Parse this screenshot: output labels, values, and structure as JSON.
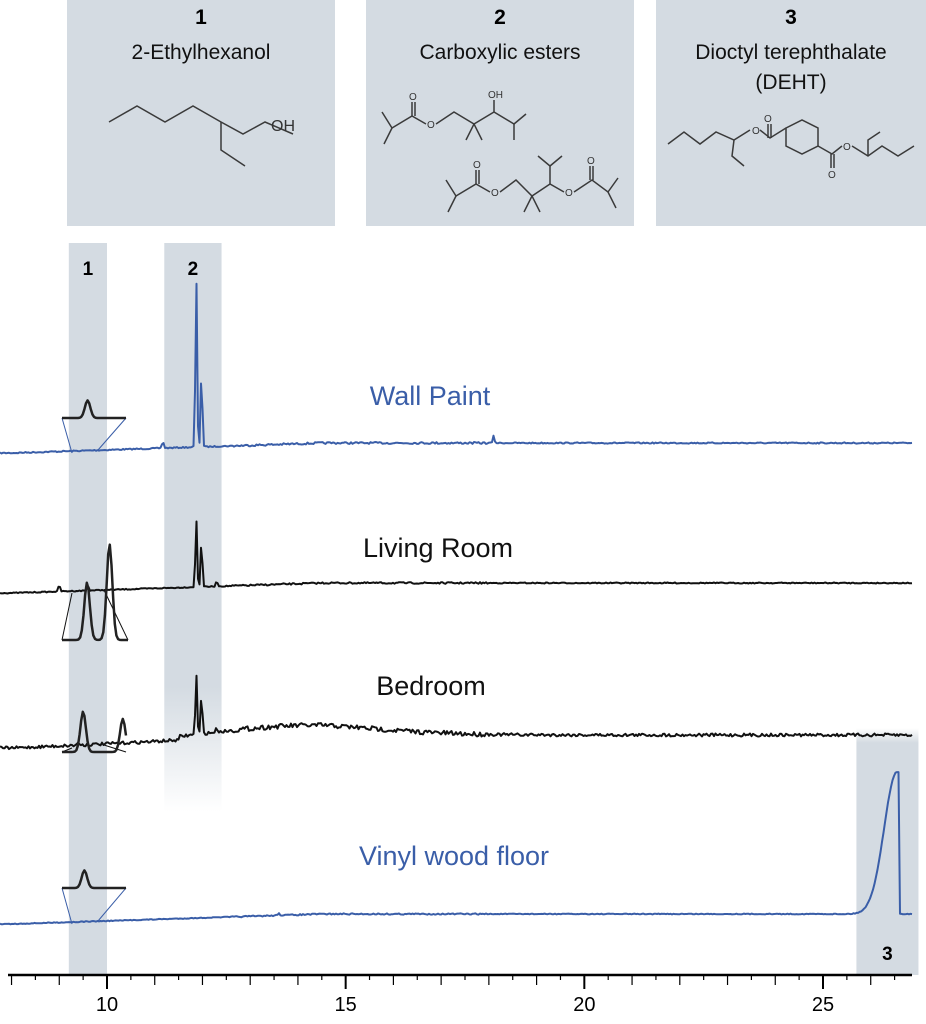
{
  "panels": [
    {
      "number": "1",
      "name": "2-Ethylhexanol",
      "atoms": [
        "OH"
      ]
    },
    {
      "number": "2",
      "name": "Carboxylic esters",
      "atoms": [
        "O",
        "O",
        "OH",
        "O",
        "O",
        "O",
        "O"
      ]
    },
    {
      "number": "3",
      "name": "Dioctyl terephthalate\n(DEHT)",
      "atoms": [
        "O",
        "O",
        "O",
        "O"
      ]
    }
  ],
  "colors": {
    "blue": "#3a5ea8",
    "black": "#111111",
    "highlight": "#d4dbe2"
  },
  "chart_data": {
    "type": "line",
    "x_axis": {
      "ticks": [
        10,
        15,
        20,
        25
      ],
      "range": [
        8,
        27
      ]
    },
    "bands": [
      {
        "label": "1",
        "x_range": [
          9.2,
          10.0
        ]
      },
      {
        "label": "2",
        "x_range": [
          11.2,
          12.4
        ]
      },
      {
        "label": "3",
        "x_range": [
          25.7,
          27.0
        ]
      }
    ],
    "series": [
      {
        "name": "Wall Paint",
        "color": "#3a5ea8",
        "peaks": [
          {
            "x": 11.87,
            "h": 1.0
          },
          {
            "x": 11.98,
            "h": 0.45
          },
          {
            "x": 11.17,
            "h": 0.04
          },
          {
            "x": 18.1,
            "h": 0.04
          }
        ],
        "inset_peaks": [
          {
            "x": 0.4,
            "h": 0.5
          }
        ]
      },
      {
        "name": "Living Room",
        "color": "#111111",
        "peaks": [
          {
            "x": 11.87,
            "h": 0.62
          },
          {
            "x": 11.98,
            "h": 0.43
          },
          {
            "x": 12.3,
            "h": 0.05
          },
          {
            "x": 9.0,
            "h": 0.06
          },
          {
            "x": 9.6,
            "h": 0.04
          }
        ],
        "inset_peaks": [
          {
            "x": 0.38,
            "h": 0.45
          },
          {
            "x": 0.72,
            "h": 0.75
          }
        ]
      },
      {
        "name": "Bedroom",
        "color": "#111111",
        "peaks": [
          {
            "x": 11.87,
            "h": 0.58
          },
          {
            "x": 11.98,
            "h": 0.37
          },
          {
            "x": 12.3,
            "h": 0.04
          },
          {
            "x": 9.4,
            "h": 0.03
          }
        ],
        "inset_peaks": [
          {
            "x": 0.33,
            "h": 0.55
          },
          {
            "x": 0.95,
            "h": 0.45
          }
        ]
      },
      {
        "name": "Vinyl wood floor",
        "color": "#3a5ea8",
        "peaks": [
          {
            "x": 26.55,
            "h": 1.0
          },
          {
            "x": 13.6,
            "h": 0.02
          }
        ],
        "inset_peaks": [
          {
            "x": 0.35,
            "h": 0.5
          }
        ]
      }
    ]
  }
}
